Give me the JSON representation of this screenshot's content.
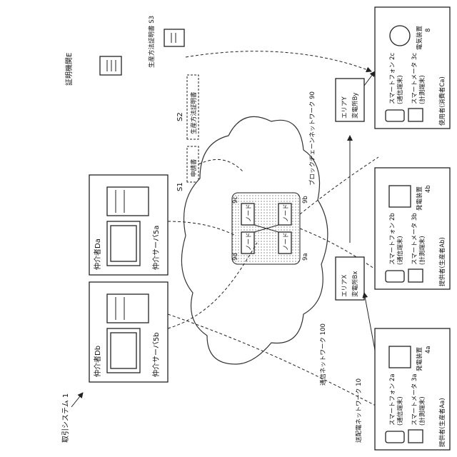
{
  "system": "取引システム 1",
  "comm_network": "通信ネットワーク 100",
  "blockchain_network": "ブロックチェーンネットワーク 90",
  "power_grid": "送配電ネットワーク 10",
  "cert_org": "証明機関E",
  "steps": {
    "s1": "S1",
    "s1_text": "申請書",
    "s2": "S2",
    "s2_text": "生産方法証明書",
    "s3": "生産方法証明書 S3"
  },
  "brokers": [
    {
      "title": "仲介者Db",
      "server": "仲介サーバ5b"
    },
    {
      "title": "仲介者Da",
      "server": "仲介サーバ5a"
    }
  ],
  "nodes": {
    "a": "9a",
    "b": "9b",
    "c": "9c",
    "d": "9d",
    "node_label": "ノード"
  },
  "providers": [
    {
      "owner": "提供者(生産者Aa)",
      "phone": "スマートフォン 2a",
      "phone_sub": "(通信端末)",
      "meter": "スマートメータ 3a",
      "meter_sub": "(計測端末)",
      "device": "発電装置",
      "device_id": "4a"
    },
    {
      "owner": "提供者(生産者Ab)",
      "phone": "スマートフォン 2b",
      "phone_sub": "(通信端末)",
      "meter": "スマートメータ 3b",
      "meter_sub": "(計測端末)",
      "device": "発電装置",
      "device_id": "4b"
    },
    {
      "owner": "使用者(消費者Ca)",
      "phone": "スマートフォン 2c",
      "phone_sub": "(通信端末)",
      "meter": "スマートメータ 3c",
      "meter_sub": "(計測端末)",
      "device": "電気装置",
      "device_id": "8"
    }
  ],
  "areas": [
    {
      "area": "エリアX",
      "plant": "変電所Bx"
    },
    {
      "area": "エリアY",
      "plant": "変電所By"
    }
  ]
}
